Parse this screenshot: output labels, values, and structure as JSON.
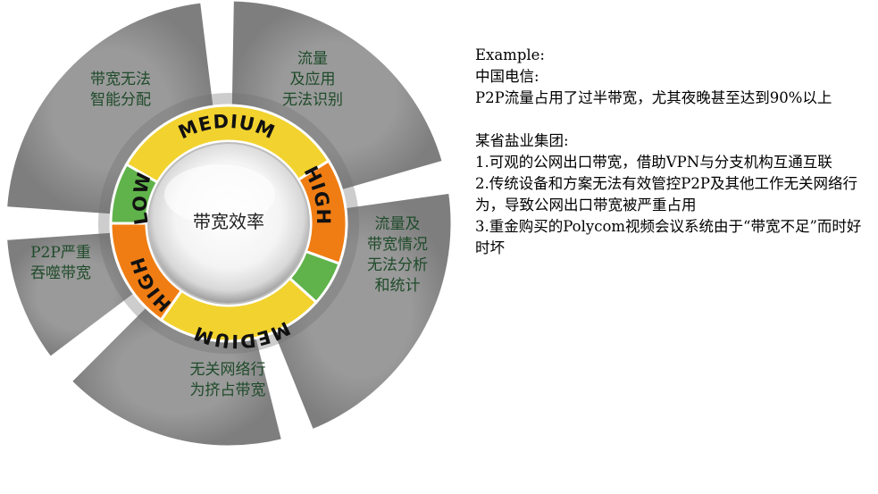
{
  "diagram": {
    "center": "带宽效率",
    "segments": [
      "带宽无法\n智能分配",
      "流量\n及应用\n无法识别",
      "流量及\n带宽情况\n无法分析\n和统计",
      "无关网络行\n为挤占带宽",
      "P2P严重\n吞噬带宽"
    ],
    "ring_labels": {
      "top": "MEDIUM",
      "left": "LOW",
      "right": "HIGH",
      "lower_left": "HIGH",
      "bottom": "MEDIUM"
    },
    "colors": {
      "segment_fill": "#8c8c8c",
      "segment_text": "#1f4b2a",
      "ring_green": "#5fb34a",
      "ring_yellow": "#f2d22e",
      "ring_orange": "#f07d13"
    }
  },
  "notes": {
    "example_heading": "Example:",
    "telecom_name": "中国电信:",
    "telecom_text": "P2P流量占用了过半带宽，尤其夜晚甚至达到90%以上",
    "group_name": "某省盐业集团:",
    "items": [
      "1.可观的公网出口带宽，借助VPN与分支机构互通互联",
      "2.传统设备和方案无法有效管控P2P及其他工作无关网络行为，导致公网出口带宽被严重占用",
      "3.重金购买的Polycom视频会议系统由于“带宽不足”而时好时坏"
    ]
  }
}
